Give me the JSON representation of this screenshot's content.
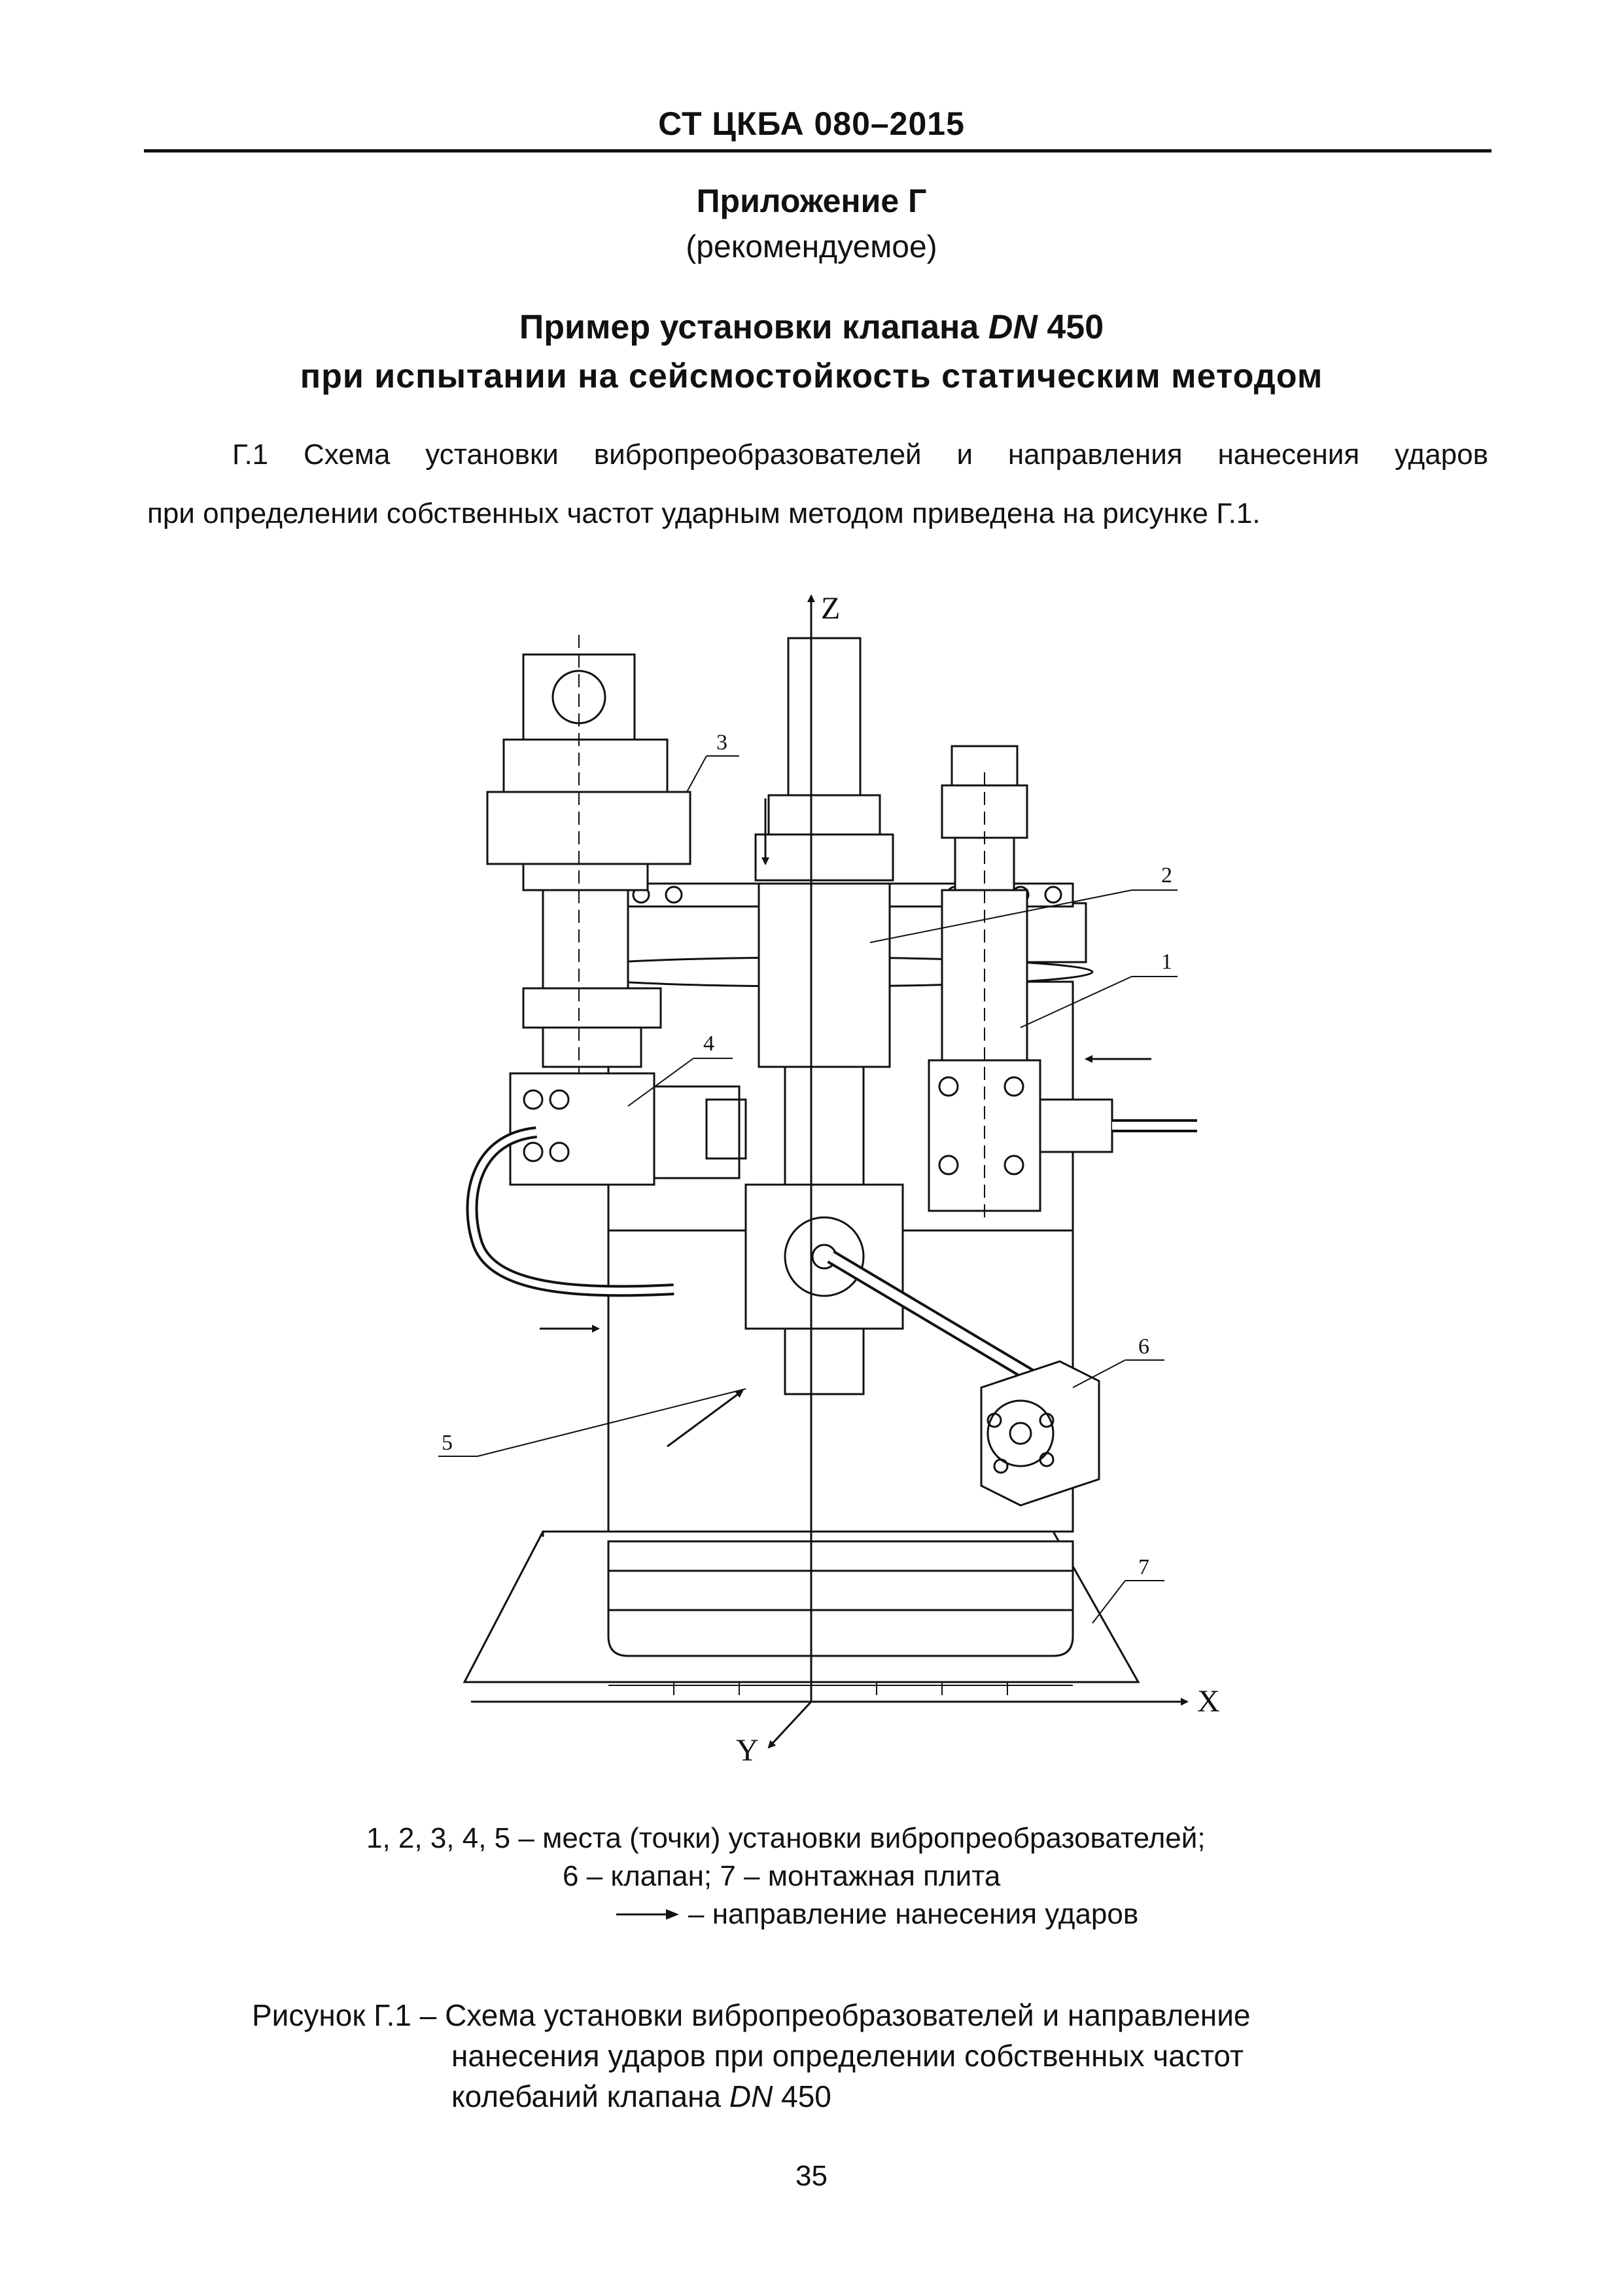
{
  "header": {
    "doc_code": "СТ ЦКБА 080–2015"
  },
  "appendix": {
    "title": "Приложение Г",
    "subtitle": "(рекомендуемое)"
  },
  "section": {
    "title_line1_pre": "Пример установки клапана ",
    "title_line1_dn": "DN",
    "title_line1_post": " 450",
    "title_line2": "при испытании на сейсмостойкость статическим методом"
  },
  "paragraph": {
    "line1": "Г.1 Схема установки вибропреобразователей и направления нанесения ударов",
    "line2": "при определении собственных частот ударным методом приведена на рисунке Г.1."
  },
  "figure": {
    "axis_labels": {
      "z": "Z",
      "x": "X",
      "y": "Y"
    },
    "callouts": [
      "1",
      "2",
      "3",
      "4",
      "5",
      "6",
      "7"
    ]
  },
  "legend": {
    "line1": "1, 2, 3, 4, 5 – места (точки) установки вибропреобразователей;",
    "line2": "6 – клапан; 7 – монтажная плита",
    "line3": "– направление нанесения ударов"
  },
  "caption": {
    "line1": "Рисунок Г.1 – Схема установки вибропреобразователей и направление",
    "line2": "нанесения ударов при определении собственных частот",
    "line3_pre": "колебаний клапана ",
    "line3_dn": "DN",
    "line3_post": " 450"
  },
  "page_number": "35"
}
